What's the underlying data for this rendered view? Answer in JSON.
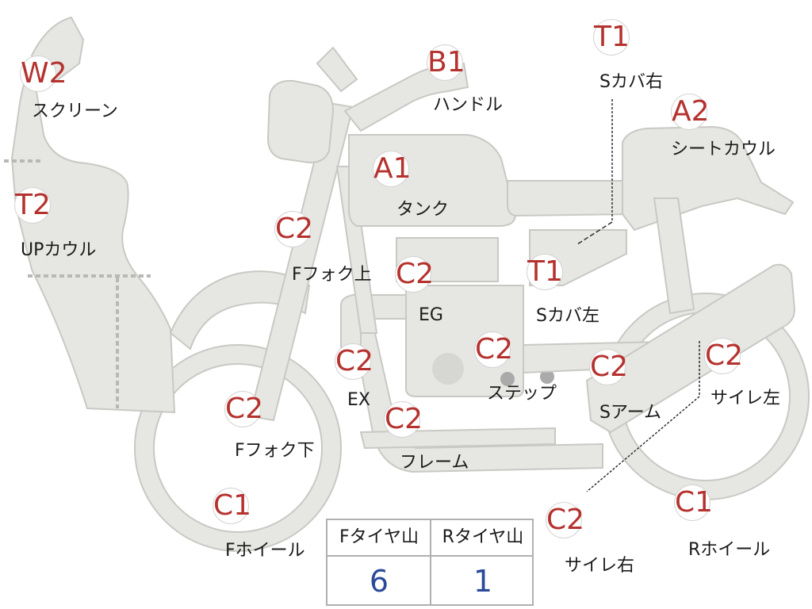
{
  "colors": {
    "part_fill": "#e6e6e3",
    "part_stroke": "#c8c8c4",
    "grade_text": "#b5322e",
    "value_text": "#2c4a9a"
  },
  "parts": [
    {
      "id": "screen",
      "grade": "W2",
      "label": "スクリーン"
    },
    {
      "id": "upcowl",
      "grade": "T2",
      "label": "UPカウル"
    },
    {
      "id": "handle",
      "grade": "B1",
      "label": "ハンドル"
    },
    {
      "id": "scover_r",
      "grade": "T1",
      "label": "Sカバ右"
    },
    {
      "id": "seatcowl",
      "grade": "A2",
      "label": "シートカウル"
    },
    {
      "id": "tank",
      "grade": "A1",
      "label": "タンク"
    },
    {
      "id": "ffork_up",
      "grade": "C2",
      "label": "Fフォク上"
    },
    {
      "id": "engine",
      "grade": "C2",
      "label": "EG"
    },
    {
      "id": "scover_l",
      "grade": "T1",
      "label": "Sカバ左"
    },
    {
      "id": "exhaust",
      "grade": "C2",
      "label": "EX"
    },
    {
      "id": "step",
      "grade": "C2",
      "label": "ステップ"
    },
    {
      "id": "swingarm",
      "grade": "C2",
      "label": "Sアーム"
    },
    {
      "id": "muffler_l",
      "grade": "C2",
      "label": "サイレ左"
    },
    {
      "id": "ffork_low",
      "grade": "C2",
      "label": "Fフォク下"
    },
    {
      "id": "frame",
      "grade": "C2",
      "label": "フレーム"
    },
    {
      "id": "fwheel",
      "grade": "C1",
      "label": "Fホイール"
    },
    {
      "id": "muffler_r",
      "grade": "C2",
      "label": "サイレ右"
    },
    {
      "id": "rwheel",
      "grade": "C1",
      "label": "Rホイール"
    }
  ],
  "tire_table": {
    "headers": [
      "Fタイヤ山",
      "Rタイヤ山"
    ],
    "values": [
      "6",
      "1"
    ]
  }
}
